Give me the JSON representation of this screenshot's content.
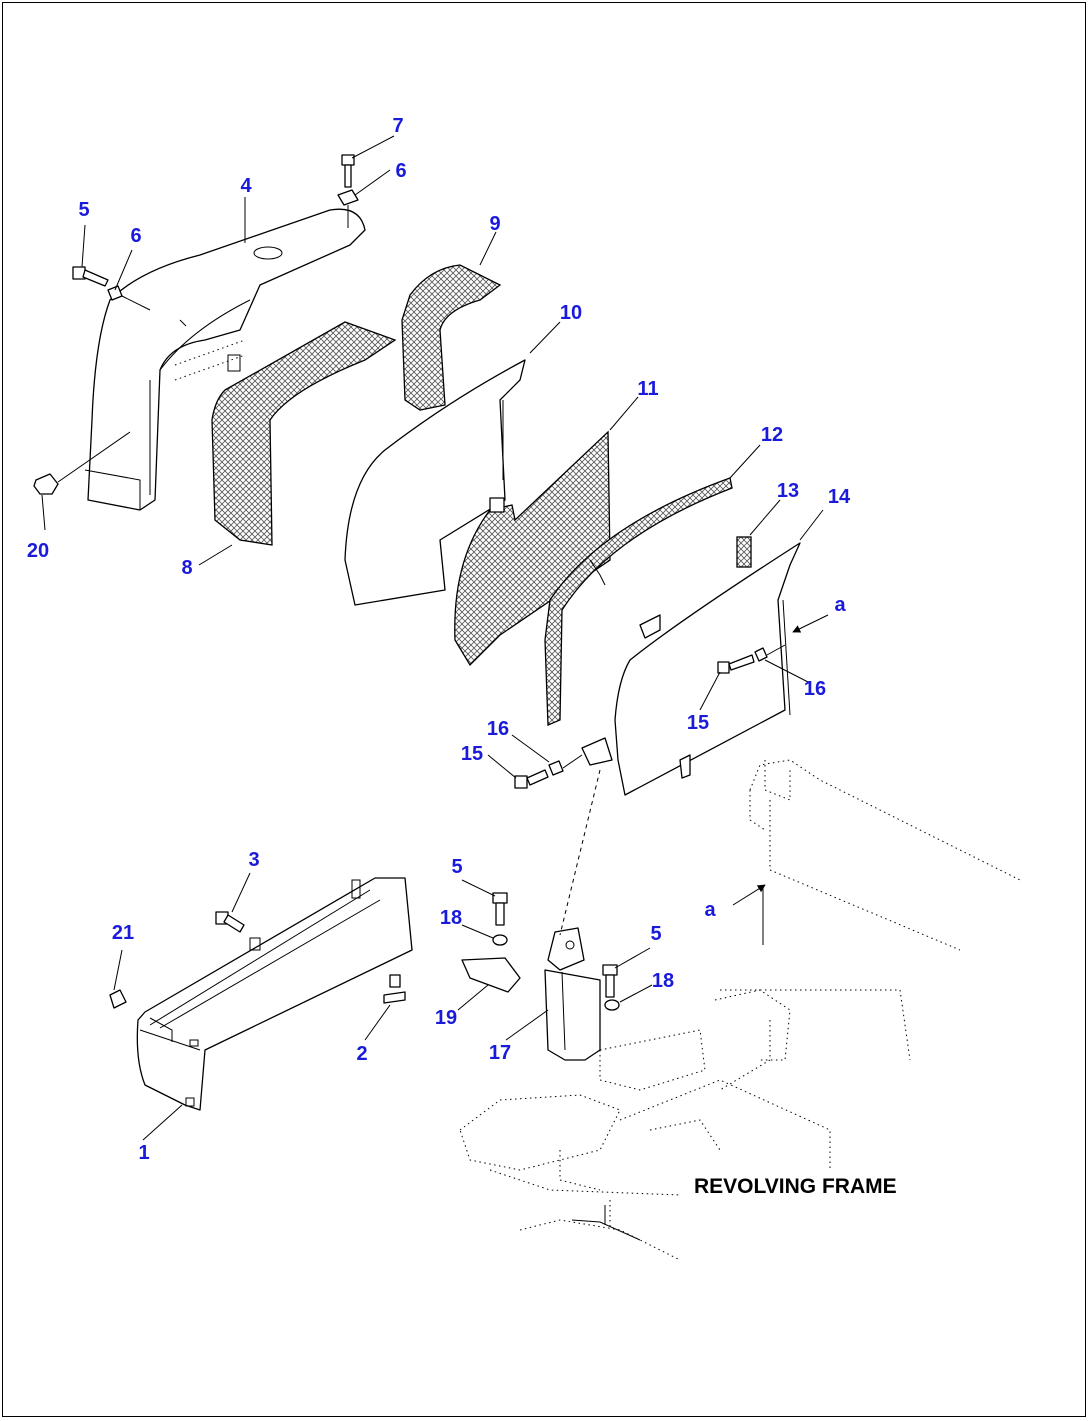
{
  "frame_label": "REVOLVING FRAME",
  "view_marker": "a",
  "callout_color": "#1a1adb",
  "callouts": [
    "1",
    "2",
    "3",
    "4",
    "5",
    "6",
    "7",
    "8",
    "9",
    "10",
    "11",
    "12",
    "13",
    "14",
    "15",
    "16",
    "17",
    "18",
    "19",
    "20",
    "21"
  ]
}
